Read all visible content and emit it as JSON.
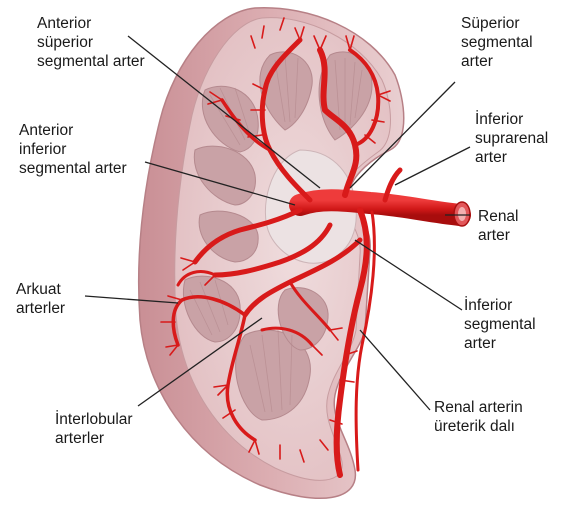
{
  "labels": {
    "anterior_superior": [
      "Anterior",
      "süperior",
      "segmental arter"
    ],
    "anterior_inferior": [
      "Anterior",
      "inferior",
      "segmental arter"
    ],
    "arkuat": [
      "Arkuat",
      "arterler"
    ],
    "interlobular": [
      "İnterlobular",
      "arterler"
    ],
    "superior_segmental": [
      "Süperior",
      "segmental",
      "arter"
    ],
    "inferior_suprarenal": [
      "İnferior",
      "suprarenal",
      "arter"
    ],
    "renal_arter": [
      "Renal",
      "arter"
    ],
    "inferior_segmental": [
      "İnferior",
      "segmental",
      "arter"
    ],
    "ureterik": [
      "Renal arterin",
      "üreterik dalı"
    ]
  },
  "colors": {
    "artery": "#d81a1a",
    "artery_dark": "#b01010",
    "capsule": "#d9a9ad",
    "cortex": "#e8c9cb",
    "medulla": "#c9a2a6",
    "sinus": "#ece2e3",
    "leader": "#222222"
  }
}
